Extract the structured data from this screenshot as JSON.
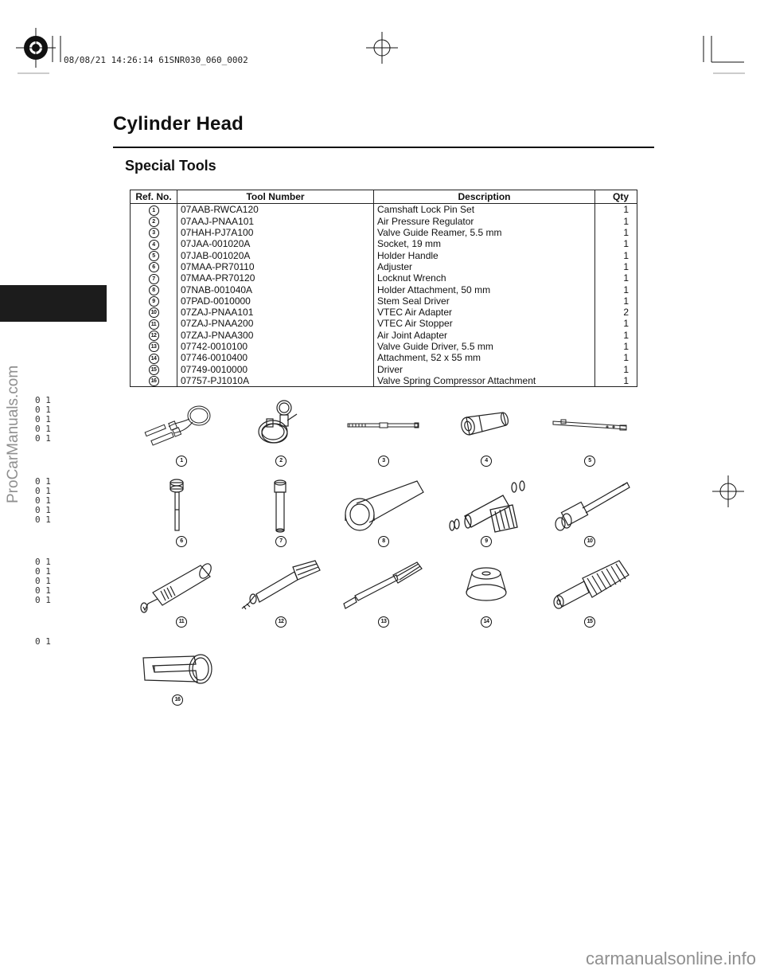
{
  "print_header": {
    "stamp": "08/08/21 14:26:14 61SNR030_060_0002"
  },
  "page": {
    "title": "Cylinder Head",
    "section": "Special Tools"
  },
  "table": {
    "headers": {
      "ref": "Ref. No.",
      "tool": "Tool Number",
      "desc": "Description",
      "qty": "Qty"
    },
    "rows": [
      {
        "ref": "1",
        "tool": "07AAB-RWCA120",
        "desc": "Camshaft Lock Pin Set",
        "qty": "1"
      },
      {
        "ref": "2",
        "tool": "07AAJ-PNAA101",
        "desc": "Air Pressure Regulator",
        "qty": "1"
      },
      {
        "ref": "3",
        "tool": "07HAH-PJ7A100",
        "desc": "Valve Guide Reamer, 5.5 mm",
        "qty": "1"
      },
      {
        "ref": "4",
        "tool": "07JAA-001020A",
        "desc": "Socket, 19 mm",
        "qty": "1"
      },
      {
        "ref": "5",
        "tool": "07JAB-001020A",
        "desc": "Holder Handle",
        "qty": "1"
      },
      {
        "ref": "6",
        "tool": "07MAA-PR70110",
        "desc": "Adjuster",
        "qty": "1"
      },
      {
        "ref": "7",
        "tool": "07MAA-PR70120",
        "desc": "Locknut Wrench",
        "qty": "1"
      },
      {
        "ref": "8",
        "tool": "07NAB-001040A",
        "desc": "Holder Attachment, 50 mm",
        "qty": "1"
      },
      {
        "ref": "9",
        "tool": "07PAD-0010000",
        "desc": "Stem Seal Driver",
        "qty": "1"
      },
      {
        "ref": "10",
        "tool": "07ZAJ-PNAA101",
        "desc": "VTEC Air Adapter",
        "qty": "2"
      },
      {
        "ref": "11",
        "tool": "07ZAJ-PNAA200",
        "desc": "VTEC Air Stopper",
        "qty": "1"
      },
      {
        "ref": "12",
        "tool": "07ZAJ-PNAA300",
        "desc": "Air Joint Adapter",
        "qty": "1"
      },
      {
        "ref": "13",
        "tool": "07742-0010100",
        "desc": "Valve Guide Driver, 5.5 mm",
        "qty": "1"
      },
      {
        "ref": "14",
        "tool": "07746-0010400",
        "desc": "Attachment, 52 x 55 mm",
        "qty": "1"
      },
      {
        "ref": "15",
        "tool": "07749-0010000",
        "desc": "Driver",
        "qty": "1"
      },
      {
        "ref": "16",
        "tool": "07757-PJ1010A",
        "desc": "Valve Spring Compressor Attachment",
        "qty": "1"
      }
    ]
  },
  "illustrations": [
    {
      "ref": "1",
      "icon": "lock-pin-set-icon"
    },
    {
      "ref": "2",
      "icon": "air-pressure-regulator-icon"
    },
    {
      "ref": "3",
      "icon": "reamer-icon"
    },
    {
      "ref": "4",
      "icon": "socket-icon"
    },
    {
      "ref": "5",
      "icon": "holder-handle-icon"
    },
    {
      "ref": "6",
      "icon": "adjuster-icon"
    },
    {
      "ref": "7",
      "icon": "locknut-wrench-icon"
    },
    {
      "ref": "8",
      "icon": "holder-attachment-icon"
    },
    {
      "ref": "9",
      "icon": "stem-seal-driver-icon"
    },
    {
      "ref": "10",
      "icon": "vtec-air-adapter-icon"
    },
    {
      "ref": "11",
      "icon": "vtec-air-stopper-icon"
    },
    {
      "ref": "12",
      "icon": "air-joint-adapter-icon"
    },
    {
      "ref": "13",
      "icon": "valve-guide-driver-icon"
    },
    {
      "ref": "14",
      "icon": "attachment-icon"
    },
    {
      "ref": "15",
      "icon": "driver-icon"
    },
    {
      "ref": "16",
      "icon": "valve-spring-compressor-attachment-icon"
    }
  ],
  "margin_codes": {
    "group1": [
      "0 1",
      "0 1",
      "0 1",
      "0 1",
      "0 1"
    ],
    "group2": [
      "0 1",
      "0 1",
      "0 1",
      "0 1",
      "0 1"
    ],
    "group3": [
      "0 1",
      "0 1",
      "0 1",
      "0 1",
      "0 1"
    ],
    "group4": [
      "0 1"
    ]
  },
  "watermarks": {
    "side": "ProCarManuals.com",
    "bottom": "carmanualsonline.info"
  }
}
